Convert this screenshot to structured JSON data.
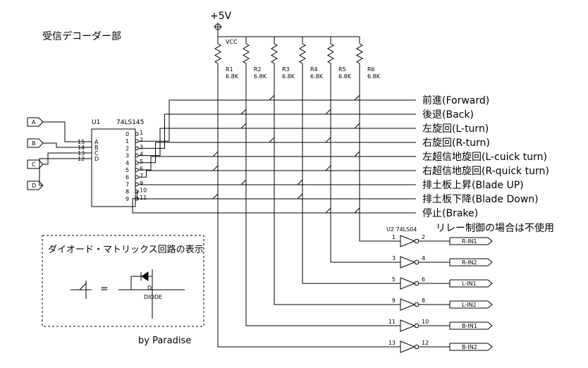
{
  "title": "受信デコーダー部",
  "supply": {
    "label": "+5V",
    "vcc": "VCC"
  },
  "resistors": [
    {
      "ref": "R1",
      "value": "6.8K"
    },
    {
      "ref": "R2",
      "value": "6.8K"
    },
    {
      "ref": "R3",
      "value": "6.8K"
    },
    {
      "ref": "R4",
      "value": "6.8K"
    },
    {
      "ref": "R5",
      "value": "6.8K"
    },
    {
      "ref": "R6",
      "value": "6.8K"
    }
  ],
  "decoder": {
    "ref": "U1",
    "part": "74LS145",
    "input_pins": [
      "15",
      "14",
      "13",
      "12"
    ],
    "input_names": [
      "A",
      "B",
      "C",
      "D"
    ],
    "output_labels": [
      "0",
      "1",
      "2",
      "3",
      "4",
      "5",
      "6",
      "7",
      "8",
      "9"
    ],
    "output_pins": [
      "1",
      "2",
      "3",
      "4",
      "5",
      "6",
      "7",
      "9",
      "10",
      "11"
    ]
  },
  "inputs": [
    "A",
    "B",
    "C",
    "D"
  ],
  "commands": [
    "前進(Forward)",
    "後退(Back)",
    "左旋回(L-turn)",
    "右旋回(R-turn)",
    "左超信地旋回(L-cuick turn)",
    "右超信地旋回(R-quick turn)",
    "排土板上昇(Blade UP)",
    "排土板下降(Blade Down)",
    "停止(Brake)"
  ],
  "inverter_ic": "U2 74LS04",
  "relay_note": "リレー制御の場合は不使用",
  "inverters": [
    {
      "in_pin": "1",
      "out_pin": "2",
      "label": "R-IN1"
    },
    {
      "in_pin": "3",
      "out_pin": "4",
      "label": "R-IN2"
    },
    {
      "in_pin": "5",
      "out_pin": "6",
      "label": "L-IN1"
    },
    {
      "in_pin": "9",
      "out_pin": "8",
      "label": "L-IN2"
    },
    {
      "in_pin": "11",
      "out_pin": "10",
      "label": "B-IN1"
    },
    {
      "in_pin": "13",
      "out_pin": "12",
      "label": "B-IN2"
    }
  ],
  "legend": {
    "title": "ダイオード・マトリックス回路の表示",
    "equals": "=",
    "d_label": "D",
    "diode_label": "DIODE"
  },
  "credit": "by Paradise"
}
